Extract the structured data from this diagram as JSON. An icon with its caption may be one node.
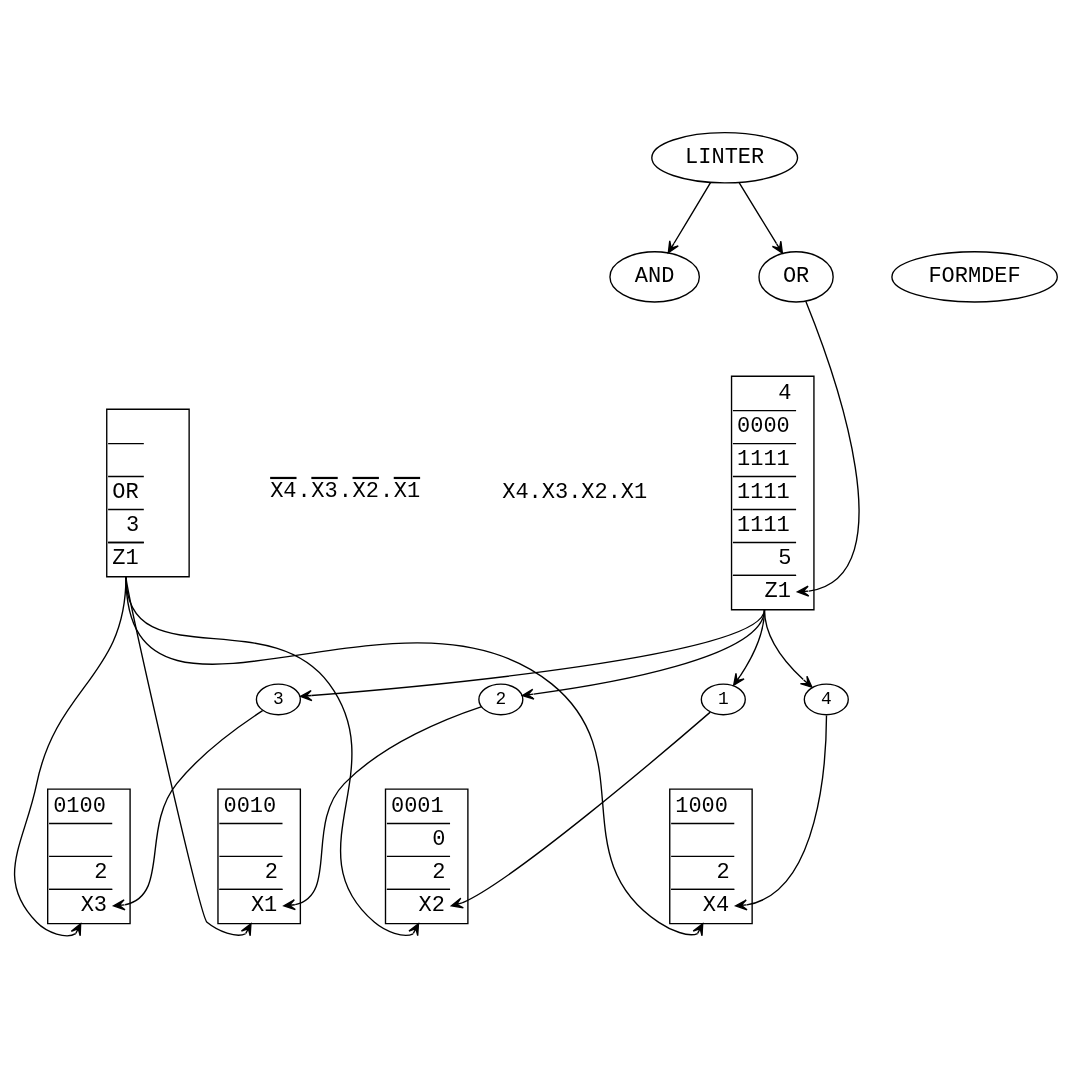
{
  "diagram": {
    "nodes": [
      {
        "text": [
          "LINTER"
        ]
      },
      {
        "text": [
          "AND"
        ]
      },
      {
        "text": [
          "OR"
        ]
      },
      {
        "text": [
          "FORMDEF"
        ]
      },
      {
        "text": [
          "4",
          "0000",
          "1111",
          "1111",
          "1111",
          "5",
          "Z1"
        ]
      },
      {
        "text": [
          "OR",
          "3",
          "Z1"
        ]
      },
      {
        "text": [
          "1"
        ]
      },
      {
        "text": [
          "2"
        ]
      },
      {
        "text": [
          "3"
        ]
      },
      {
        "text": [
          "4"
        ]
      },
      {
        "text": [
          "0001",
          "0",
          "2",
          "X2"
        ]
      },
      {
        "text": [
          "0010",
          "2",
          "X1"
        ]
      },
      {
        "text": [
          "0100",
          "2",
          "X3"
        ]
      },
      {
        "text": [
          "1000",
          "2",
          "X4"
        ]
      }
    ],
    "edges": [
      {
        "from": 0,
        "to": 1,
        "arrow": "to"
      },
      {
        "from": 0,
        "to": 2,
        "arrow": "to"
      },
      {
        "from": 2,
        "to": 4,
        "arrow": "to"
      },
      {
        "from": 4,
        "to": 6,
        "arrow": "to"
      },
      {
        "from": 4,
        "to": 7,
        "arrow": "to"
      },
      {
        "from": 4,
        "to": 8,
        "arrow": "to"
      },
      {
        "from": 4,
        "to": 9,
        "arrow": "to"
      },
      {
        "from": 6,
        "to": 10,
        "arrow": "to"
      },
      {
        "from": 7,
        "to": 11,
        "arrow": "to"
      },
      {
        "from": 8,
        "to": 12,
        "arrow": "to"
      },
      {
        "from": 9,
        "to": 13,
        "arrow": "to"
      },
      {
        "from": 5,
        "to": 10,
        "arrow": "to"
      },
      {
        "from": 5,
        "to": 11,
        "arrow": "to"
      },
      {
        "from": 5,
        "to": 12,
        "arrow": "to"
      },
      {
        "from": 5,
        "to": 13,
        "arrow": "to"
      }
    ],
    "labels": [
      "X4.X3.X2.X1",
      "X4.X3.X2.X1"
    ]
  }
}
